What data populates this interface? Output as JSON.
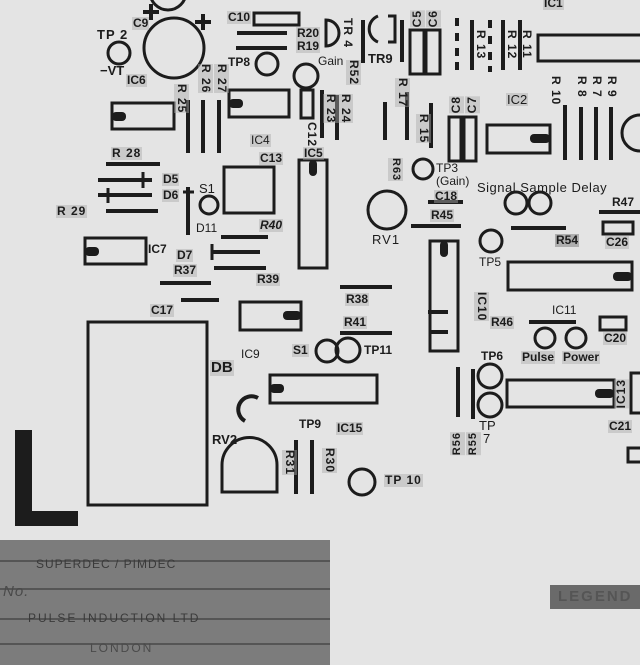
{
  "board": {
    "title": "SUPERDEC / PIMDEC",
    "maker": "PULSE INDUCTION LTD",
    "city": "LONDON",
    "number_label": "No.",
    "legend_tag": "LEGEND",
    "colors": {
      "board": "#e4e4e4",
      "ink": "#1c1c1c",
      "legend_panel": "#7c7c7c"
    }
  },
  "labels": {
    "tp2": "TP 2",
    "vt": "−VT",
    "c9": "C9",
    "c10": "C10",
    "r20": "R20",
    "r19": "R19",
    "tp8": "TP8",
    "tr4": "TR 4",
    "tr9": "TR9",
    "gain": "Gain",
    "r52": "R52",
    "c5": "C5",
    "c6": "C6",
    "r13": "R 13",
    "r12": "R 12",
    "r11": "R 11",
    "ic1": "IC1",
    "ic6": "IC6",
    "r25": "R 25",
    "r26": "R 26",
    "r27": "R 27",
    "c12": "C12",
    "r23": "R 23",
    "r24": "R 24",
    "r17": "R 17",
    "r15": "R 15",
    "c8": "C8",
    "c7": "C7",
    "ic2": "IC2",
    "r10": "R 10",
    "r8": "R 8",
    "r7": "R 7",
    "r9": "R 9",
    "ic4": "IC4",
    "c13": "C13",
    "ic5": "IC5",
    "r28": "R 28",
    "d5": "D5",
    "d6": "D6",
    "s1a": "S1",
    "r29": "R 29",
    "d11": "D11",
    "r40": "R40",
    "ic7": "IC7",
    "d7": "D7",
    "r37": "R37",
    "r39": "R39",
    "c17": "C17",
    "r63": "R63",
    "tp3": "TP3",
    "tp3gain": "(Gain)",
    "ssd": "Signal  Sample  Delay",
    "c18": "C18",
    "r45": "R45",
    "rv1": "RV1",
    "r47": "R47",
    "c26": "C26",
    "r54": "R54",
    "tp5": "TP5",
    "ic10": "IC10",
    "r38": "R38",
    "r41": "R41",
    "r46": "R46",
    "ic11": "IC11",
    "c20": "C20",
    "pulse": "Pulse",
    "power": "Power",
    "s1b": "S1",
    "tp11": "TP11",
    "ic9": "IC9",
    "db": "DB",
    "tp6": "TP6",
    "ic13": "IC13",
    "c21": "C21",
    "tp7a": "TP",
    "tp7b": "7",
    "r56": "R56",
    "r55": "R55",
    "rv2": "RV2",
    "tp9": "TP9",
    "ic15": "IC15",
    "r31": "R31",
    "r30": "R30",
    "tp10": "TP 10"
  }
}
